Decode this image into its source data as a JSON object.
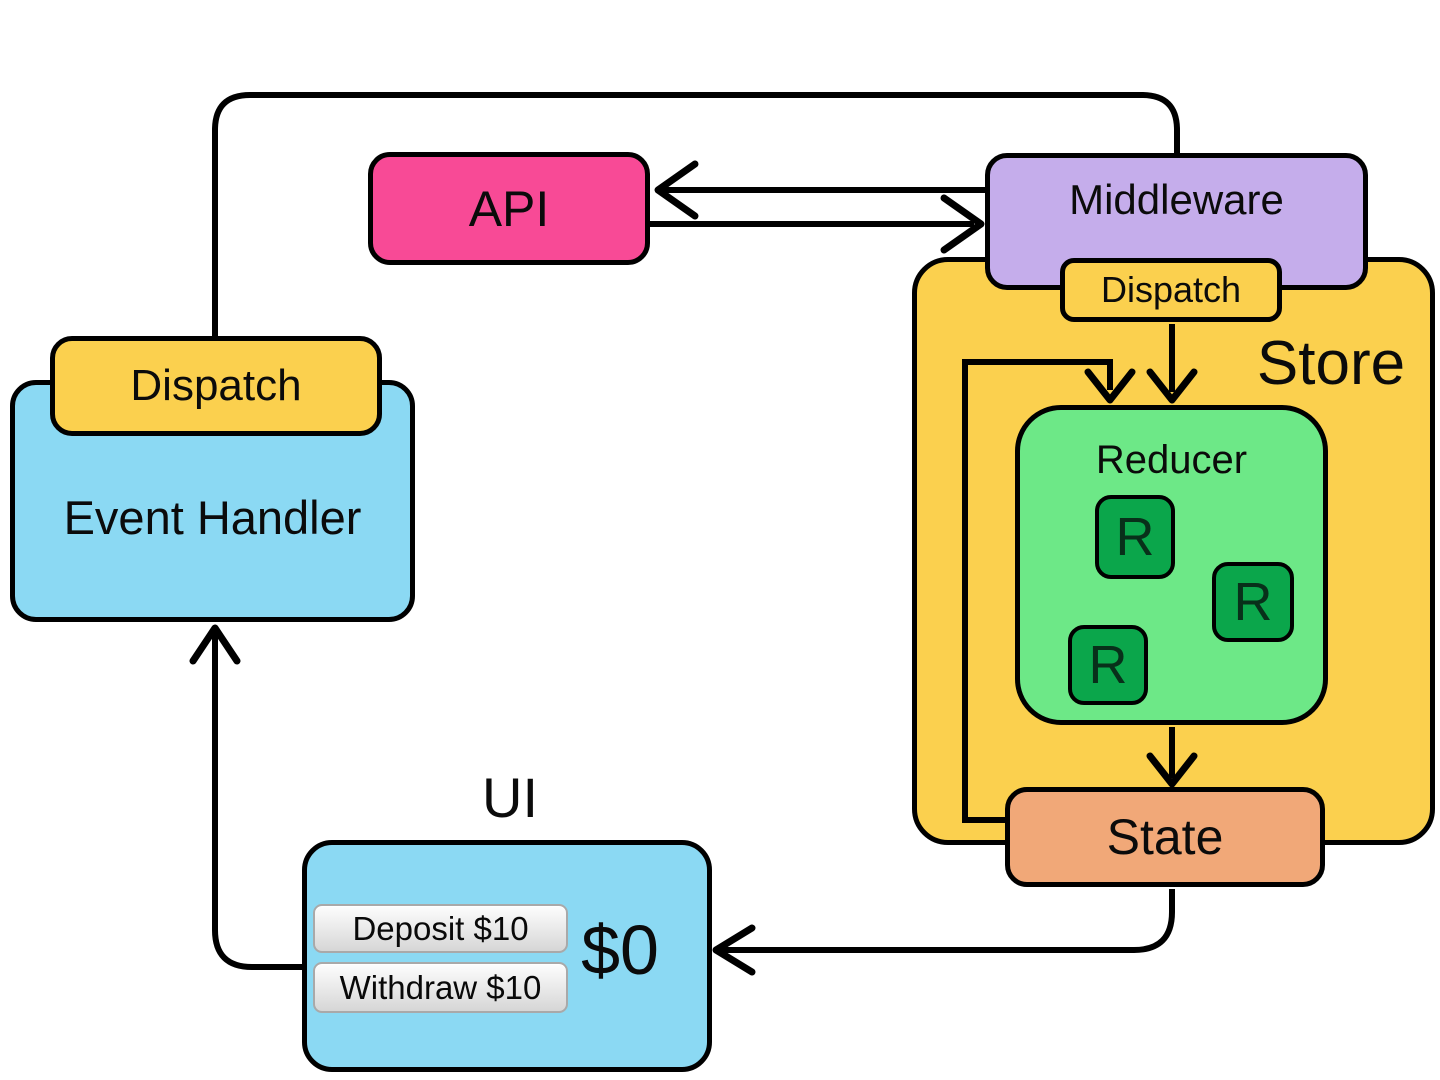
{
  "nodes": {
    "api": {
      "label": "API",
      "color": "#F84A96"
    },
    "middleware": {
      "label": "Middleware",
      "color": "#C5ADEB"
    },
    "store": {
      "label": "Store",
      "color": "#FBD04E"
    },
    "store_dispatch": {
      "label": "Dispatch",
      "color": "#FBD04E"
    },
    "reducer": {
      "label": "Reducer",
      "color": "#6DE887",
      "rs": [
        "R",
        "R",
        "R"
      ],
      "r_color": "#0BA64B"
    },
    "state": {
      "label": "State",
      "color": "#F1A878"
    },
    "event_handler": {
      "label": "Event Handler",
      "color": "#8BD9F3"
    },
    "event_handler_dispatch": {
      "label": "Dispatch",
      "color": "#FBD04E"
    },
    "ui": {
      "label": "UI",
      "color": "#8BD9F3",
      "balance": "$0",
      "buttons": [
        {
          "label": "Deposit $10"
        },
        {
          "label": "Withdraw $10"
        }
      ]
    }
  },
  "edges": [
    {
      "from": "event_handler_dispatch",
      "to": "middleware",
      "arrow": false
    },
    {
      "from": "middleware",
      "to": "api",
      "arrow": true
    },
    {
      "from": "api",
      "to": "middleware",
      "arrow": true
    },
    {
      "from": "store_dispatch",
      "to": "reducer",
      "arrow": true
    },
    {
      "from": "state",
      "to": "reducer",
      "arrow": true
    },
    {
      "from": "reducer",
      "to": "state",
      "arrow": true
    },
    {
      "from": "state",
      "to": "ui",
      "arrow": true
    },
    {
      "from": "ui",
      "to": "event_handler",
      "arrow": true
    }
  ]
}
